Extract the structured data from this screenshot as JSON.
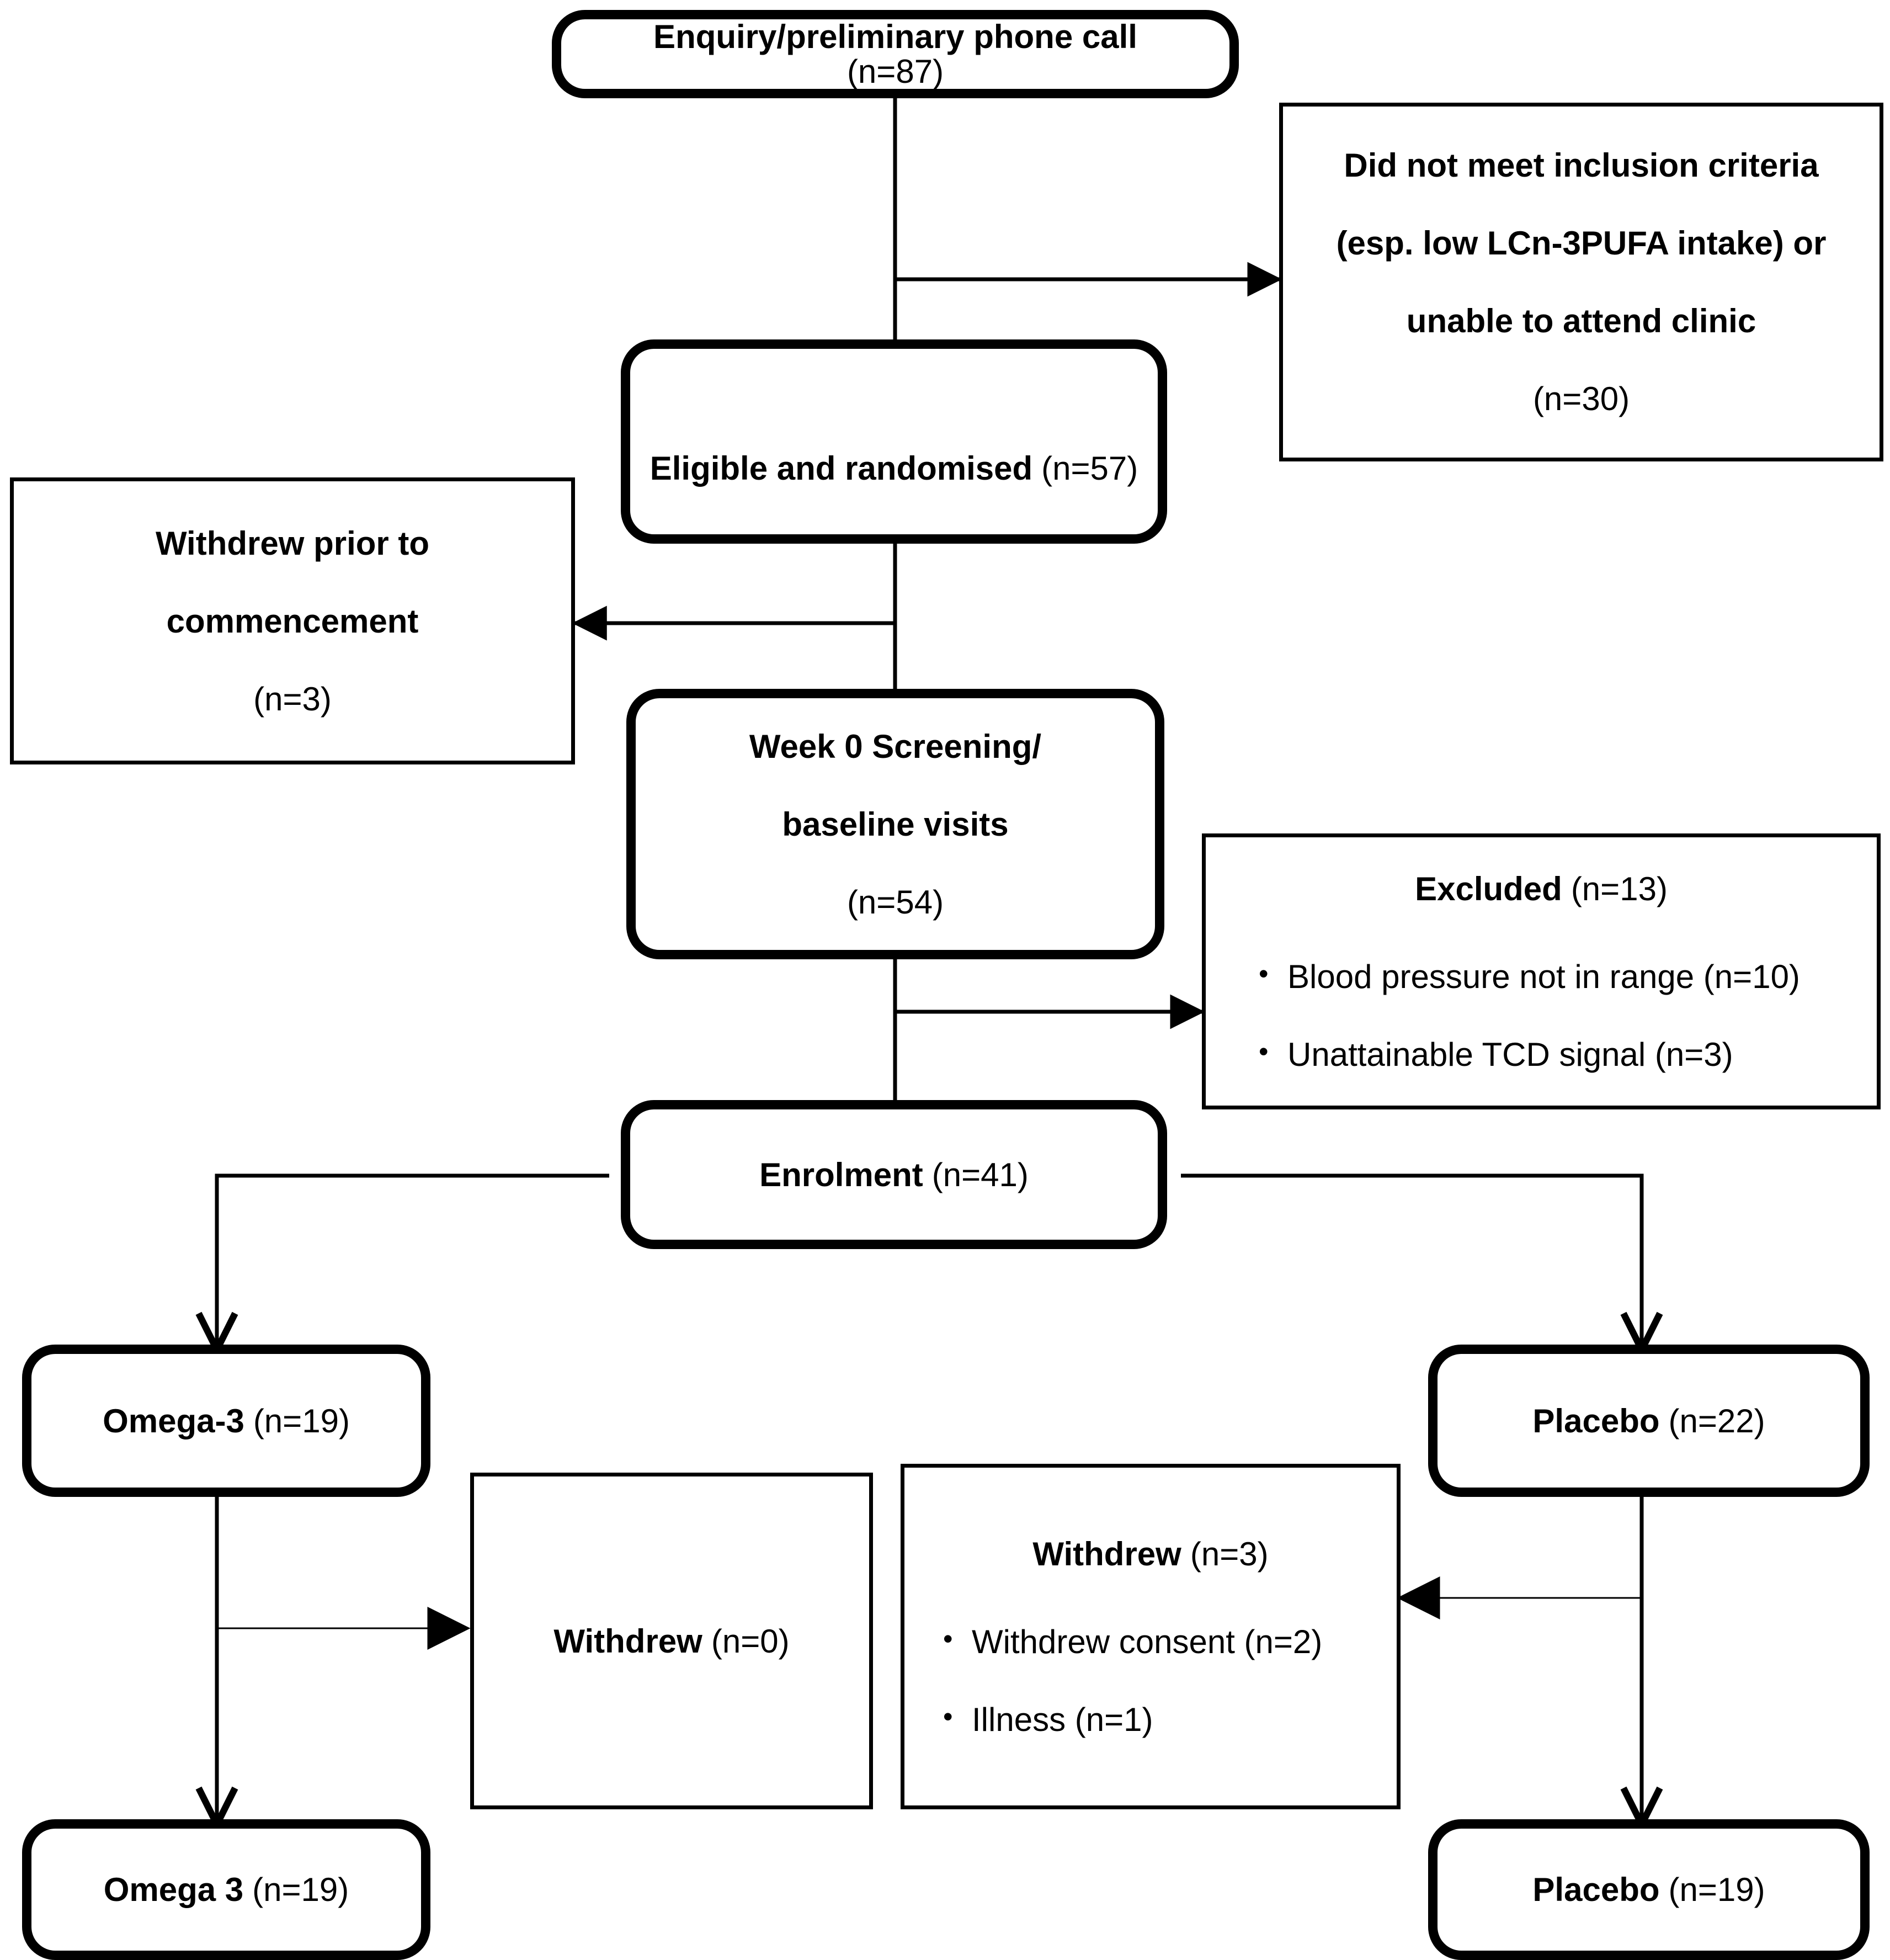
{
  "diagram": {
    "title": "CONSORT participant flow diagram",
    "colors": {
      "stroke": "#000000",
      "fill": "#ffffff",
      "text": "#000000"
    },
    "nodes": {
      "enquiry": {
        "label_bold": "Enquiry/preliminary phone call",
        "count": "(n=87)"
      },
      "not_eligible": {
        "line1": "Did not meet inclusion criteria",
        "line2": "(esp. low LCn-3PUFA intake) or",
        "line3": "unable to attend clinic",
        "count": "(n=30)"
      },
      "randomised": {
        "label_bold": "Eligible and randomised",
        "count": "(n=57)"
      },
      "withdrew_prior": {
        "line1": "Withdrew prior to",
        "line2": "commencement",
        "count": "(n=3)"
      },
      "week0": {
        "line1": "Week 0 Screening/",
        "line2": "baseline visits",
        "count": "(n=54)"
      },
      "excluded": {
        "label_bold": "Excluded",
        "count": "(n=13)",
        "bullets": [
          "Blood pressure not in range (n=10)",
          "Unattainable TCD signal (n=3)"
        ],
        "bullet_glyph": "•"
      },
      "enrolment": {
        "label_bold": "Enrolment",
        "count": "(n=41)"
      },
      "omega3_alloc": {
        "label_bold": "Omega-3",
        "count": "(n=19)"
      },
      "placebo_alloc": {
        "label_bold": "Placebo",
        "count": "(n=22)"
      },
      "withdrew_omega": {
        "label_bold": "Withdrew",
        "count": "(n=0)"
      },
      "withdrew_placebo": {
        "label_bold": "Withdrew",
        "count": "(n=3)",
        "bullets": [
          "Withdrew consent (n=2)",
          "Illness (n=1)"
        ],
        "bullet_glyph": "•"
      },
      "omega3_final": {
        "label_bold": "Omega 3",
        "count": "(n=19)"
      },
      "placebo_final": {
        "label_bold": "Placebo",
        "count": "(n=19)"
      }
    }
  }
}
